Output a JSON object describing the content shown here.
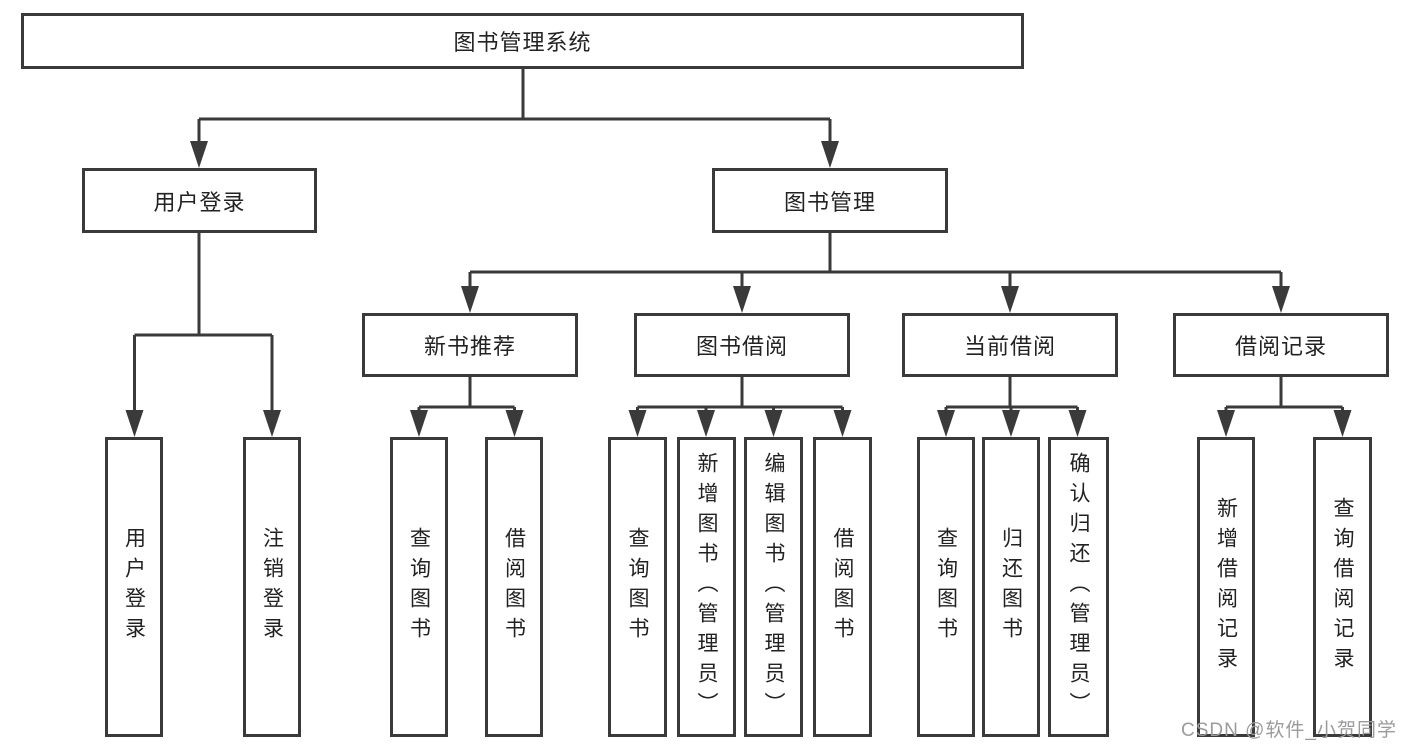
{
  "page": {
    "background": "#ffffff",
    "line_color": "#3a3a3a",
    "text_color": "#222222",
    "watermark": "CSDN @软件_小贺同学",
    "watermark_color": "#9b9b9d"
  },
  "tree": {
    "root": {
      "label": "图书管理系统"
    },
    "level2": [
      {
        "label": "用户登录"
      },
      {
        "label": "图书管理"
      }
    ],
    "level3": [
      {
        "label": "新书推荐"
      },
      {
        "label": "图书借阅"
      },
      {
        "label": "当前借阅"
      },
      {
        "label": "借阅记录"
      }
    ],
    "leaves": {
      "user_login": [
        "用户登录",
        "注销登录"
      ],
      "new_book_recommend": [
        "查询图书",
        "借阅图书"
      ],
      "book_borrow": [
        "查询图书",
        "新增图书（管理员）",
        "编辑图书（管理员）",
        "借阅图书"
      ],
      "current_borrow": [
        "查询图书",
        "归还图书",
        "确认归还（管理员）"
      ],
      "borrow_record": [
        "新增借阅记录",
        "查询借阅记录"
      ]
    }
  }
}
